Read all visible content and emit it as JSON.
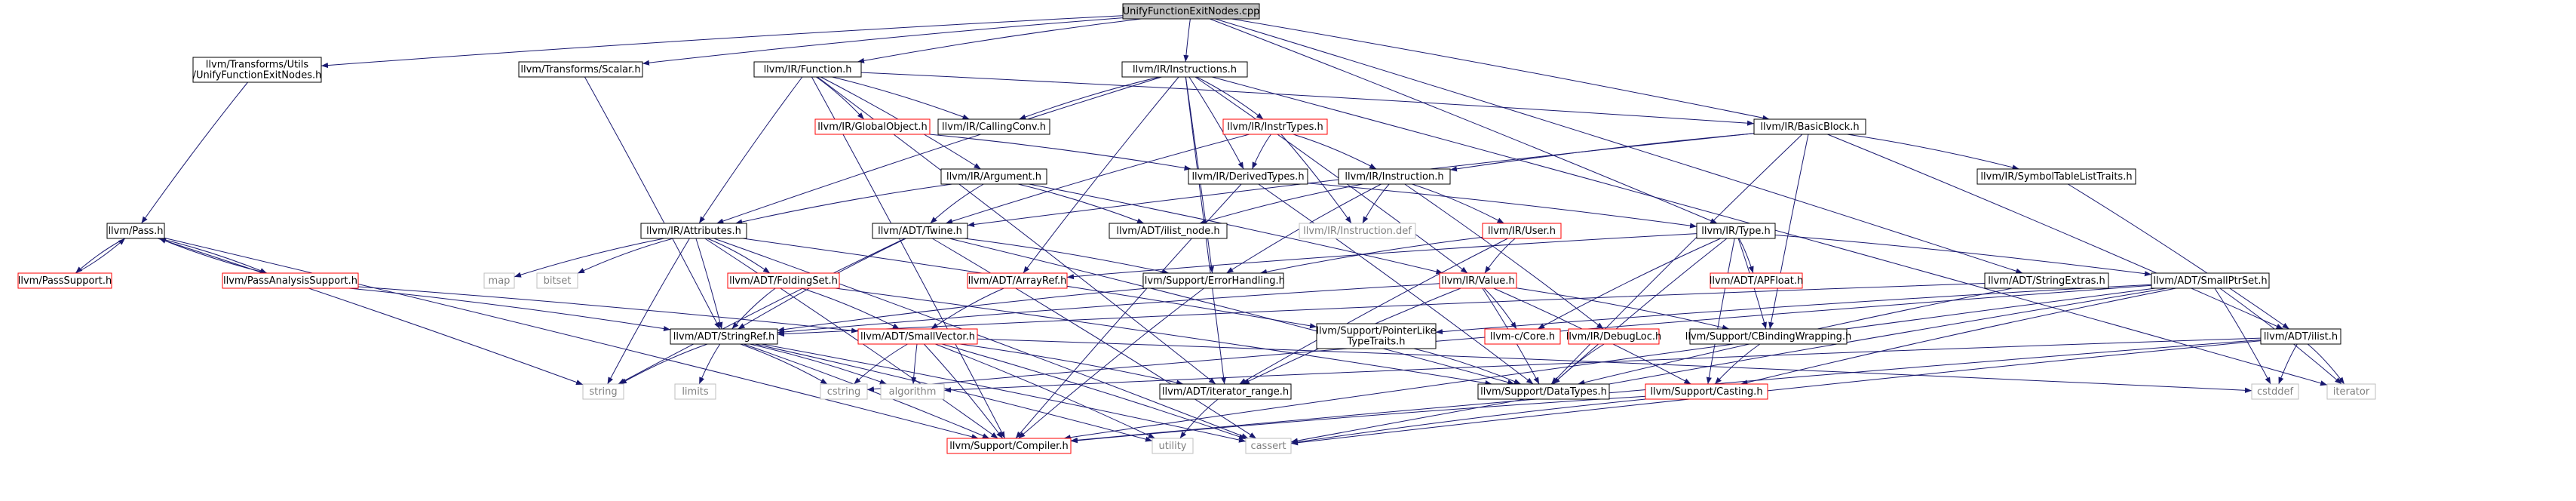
{
  "title": "UnifyFunctionExitNodes.cpp",
  "colors": {
    "edge": "#191970",
    "focus_fill": "#bfbfbf",
    "border_black": "#000000",
    "border_red": "#ff0000",
    "border_gray": "#bfbfbf",
    "text_gray": "#808080"
  },
  "nodes": [
    {
      "id": "root",
      "lines": [
        "UnifyFunctionExitNodes.cpp"
      ],
      "style": "focus"
    },
    {
      "id": "utils_ufen",
      "lines": [
        "llvm/Transforms/Utils",
        "/UnifyFunctionExitNodes.h"
      ],
      "style": "black"
    },
    {
      "id": "scalar",
      "lines": [
        "llvm/Transforms/Scalar.h"
      ],
      "style": "black"
    },
    {
      "id": "function",
      "lines": [
        "llvm/IR/Function.h"
      ],
      "style": "black"
    },
    {
      "id": "instructions",
      "lines": [
        "llvm/IR/Instructions.h"
      ],
      "style": "black"
    },
    {
      "id": "pass",
      "lines": [
        "llvm/Pass.h"
      ],
      "style": "black"
    },
    {
      "id": "passsupport",
      "lines": [
        "llvm/PassSupport.h"
      ],
      "style": "red"
    },
    {
      "id": "passanalysis",
      "lines": [
        "llvm/PassAnalysisSupport.h"
      ],
      "style": "red"
    },
    {
      "id": "globalobject",
      "lines": [
        "llvm/IR/GlobalObject.h"
      ],
      "style": "red"
    },
    {
      "id": "callingconv",
      "lines": [
        "llvm/IR/CallingConv.h"
      ],
      "style": "black"
    },
    {
      "id": "instrtypes",
      "lines": [
        "llvm/IR/InstrTypes.h"
      ],
      "style": "red"
    },
    {
      "id": "basicblock",
      "lines": [
        "llvm/IR/BasicBlock.h"
      ],
      "style": "black"
    },
    {
      "id": "argument",
      "lines": [
        "llvm/IR/Argument.h"
      ],
      "style": "black"
    },
    {
      "id": "derivedtypes",
      "lines": [
        "llvm/IR/DerivedTypes.h"
      ],
      "style": "black"
    },
    {
      "id": "instruction",
      "lines": [
        "llvm/IR/Instruction.h"
      ],
      "style": "black"
    },
    {
      "id": "symtabtraits",
      "lines": [
        "llvm/IR/SymbolTableListTraits.h"
      ],
      "style": "black"
    },
    {
      "id": "attributes",
      "lines": [
        "llvm/IR/Attributes.h"
      ],
      "style": "black"
    },
    {
      "id": "twine",
      "lines": [
        "llvm/ADT/Twine.h"
      ],
      "style": "black"
    },
    {
      "id": "ilistnode",
      "lines": [
        "llvm/ADT/ilist_node.h"
      ],
      "style": "black"
    },
    {
      "id": "instrdef",
      "lines": [
        "llvm/IR/Instruction.def"
      ],
      "style": "gray"
    },
    {
      "id": "user",
      "lines": [
        "llvm/IR/User.h"
      ],
      "style": "red"
    },
    {
      "id": "type",
      "lines": [
        "llvm/IR/Type.h"
      ],
      "style": "black"
    },
    {
      "id": "map",
      "lines": [
        "map"
      ],
      "style": "gray"
    },
    {
      "id": "bitset",
      "lines": [
        "bitset"
      ],
      "style": "gray"
    },
    {
      "id": "foldingset",
      "lines": [
        "llvm/ADT/FoldingSet.h"
      ],
      "style": "red"
    },
    {
      "id": "arrayref",
      "lines": [
        "llvm/ADT/ArrayRef.h"
      ],
      "style": "red"
    },
    {
      "id": "errorhandling",
      "lines": [
        "llvm/Support/ErrorHandling.h"
      ],
      "style": "black"
    },
    {
      "id": "value",
      "lines": [
        "llvm/IR/Value.h"
      ],
      "style": "red"
    },
    {
      "id": "apfloat",
      "lines": [
        "llvm/ADT/APFloat.h"
      ],
      "style": "red"
    },
    {
      "id": "stringextras",
      "lines": [
        "llvm/ADT/StringExtras.h"
      ],
      "style": "black"
    },
    {
      "id": "smallptrset",
      "lines": [
        "llvm/ADT/SmallPtrSet.h"
      ],
      "style": "black"
    },
    {
      "id": "ptrliketraits",
      "lines": [
        "llvm/Support/PointerLike",
        "TypeTraits.h"
      ],
      "style": "black"
    },
    {
      "id": "stringref",
      "lines": [
        "llvm/ADT/StringRef.h"
      ],
      "style": "black"
    },
    {
      "id": "smallvector",
      "lines": [
        "llvm/ADT/SmallVector.h"
      ],
      "style": "red"
    },
    {
      "id": "ccore",
      "lines": [
        "llvm-c/Core.h"
      ],
      "style": "red"
    },
    {
      "id": "debugloc",
      "lines": [
        "llvm/IR/DebugLoc.h"
      ],
      "style": "red"
    },
    {
      "id": "cbinding",
      "lines": [
        "llvm/Support/CBindingWrapping.h"
      ],
      "style": "black"
    },
    {
      "id": "ilist",
      "lines": [
        "llvm/ADT/ilist.h"
      ],
      "style": "black"
    },
    {
      "id": "string",
      "lines": [
        "string"
      ],
      "style": "gray"
    },
    {
      "id": "limits",
      "lines": [
        "limits"
      ],
      "style": "gray"
    },
    {
      "id": "cstring",
      "lines": [
        "cstring"
      ],
      "style": "gray"
    },
    {
      "id": "algorithm",
      "lines": [
        "algorithm"
      ],
      "style": "gray"
    },
    {
      "id": "iterrange",
      "lines": [
        "llvm/ADT/iterator_range.h"
      ],
      "style": "black"
    },
    {
      "id": "datatypes",
      "lines": [
        "llvm/Support/DataTypes.h"
      ],
      "style": "black"
    },
    {
      "id": "casting",
      "lines": [
        "llvm/Support/Casting.h"
      ],
      "style": "red"
    },
    {
      "id": "cstddef",
      "lines": [
        "cstddef"
      ],
      "style": "gray"
    },
    {
      "id": "iterator",
      "lines": [
        "iterator"
      ],
      "style": "gray"
    },
    {
      "id": "compiler",
      "lines": [
        "llvm/Support/Compiler.h"
      ],
      "style": "red"
    },
    {
      "id": "utility",
      "lines": [
        "utility"
      ],
      "style": "gray"
    },
    {
      "id": "cassert",
      "lines": [
        "cassert"
      ],
      "style": "gray"
    }
  ],
  "edges": [
    [
      "root",
      "utils_ufen"
    ],
    [
      "root",
      "scalar"
    ],
    [
      "root",
      "function"
    ],
    [
      "root",
      "instructions"
    ],
    [
      "root",
      "basicblock"
    ],
    [
      "root",
      "type"
    ],
    [
      "root",
      "stringextras"
    ],
    [
      "utils_ufen",
      "pass"
    ],
    [
      "scalar",
      "stringref"
    ],
    [
      "function",
      "globalobject"
    ],
    [
      "function",
      "callingconv"
    ],
    [
      "function",
      "argument"
    ],
    [
      "function",
      "attributes"
    ],
    [
      "function",
      "basicblock"
    ],
    [
      "function",
      "compiler"
    ],
    [
      "function",
      "iterrange"
    ],
    [
      "instructions",
      "callingconv"
    ],
    [
      "instructions",
      "instrtypes"
    ],
    [
      "instructions",
      "derivedtypes"
    ],
    [
      "instructions",
      "attributes"
    ],
    [
      "instructions",
      "arrayref"
    ],
    [
      "instructions",
      "errorhandling"
    ],
    [
      "instructions",
      "iterrange"
    ],
    [
      "instructions",
      "iterator"
    ],
    [
      "instructions",
      "value"
    ],
    [
      "pass",
      "passsupport"
    ],
    [
      "pass",
      "passanalysis"
    ],
    [
      "pass",
      "string"
    ],
    [
      "pass",
      "compiler"
    ],
    [
      "passsupport",
      "pass"
    ],
    [
      "passanalysis",
      "pass"
    ],
    [
      "passanalysis",
      "stringref"
    ],
    [
      "passanalysis",
      "smallvector"
    ],
    [
      "globalobject",
      "derivedtypes"
    ],
    [
      "instrtypes",
      "instruction"
    ],
    [
      "instrtypes",
      "derivedtypes"
    ],
    [
      "instrtypes",
      "instrdef"
    ],
    [
      "instrtypes",
      "twine"
    ],
    [
      "basicblock",
      "instruction"
    ],
    [
      "basicblock",
      "symtabtraits"
    ],
    [
      "basicblock",
      "twine"
    ],
    [
      "basicblock",
      "cbinding"
    ],
    [
      "basicblock",
      "datatypes"
    ],
    [
      "basicblock",
      "ilist"
    ],
    [
      "argument",
      "attributes"
    ],
    [
      "argument",
      "twine"
    ],
    [
      "argument",
      "ilistnode"
    ],
    [
      "argument",
      "value"
    ],
    [
      "derivedtypes",
      "type"
    ],
    [
      "derivedtypes",
      "compiler"
    ],
    [
      "derivedtypes",
      "datatypes"
    ],
    [
      "instruction",
      "ilistnode"
    ],
    [
      "instruction",
      "instrdef"
    ],
    [
      "instruction",
      "user"
    ],
    [
      "instruction",
      "debugloc"
    ],
    [
      "instruction",
      "errorhandling"
    ],
    [
      "symtabtraits",
      "ilist"
    ],
    [
      "attributes",
      "map"
    ],
    [
      "attributes",
      "bitset"
    ],
    [
      "attributes",
      "foldingset"
    ],
    [
      "attributes",
      "stringref"
    ],
    [
      "attributes",
      "string"
    ],
    [
      "attributes",
      "compiler"
    ],
    [
      "attributes",
      "ptrliketraits"
    ],
    [
      "attributes",
      "cassert"
    ],
    [
      "twine",
      "stringref"
    ],
    [
      "twine",
      "errorhandling"
    ],
    [
      "twine",
      "string"
    ],
    [
      "twine",
      "cassert"
    ],
    [
      "twine",
      "datatypes"
    ],
    [
      "user",
      "value"
    ],
    [
      "user",
      "errorhandling"
    ],
    [
      "user",
      "iterrange"
    ],
    [
      "type",
      "apfloat"
    ],
    [
      "type",
      "smallptrset"
    ],
    [
      "type",
      "ccore"
    ],
    [
      "type",
      "cbinding"
    ],
    [
      "type",
      "casting"
    ],
    [
      "type",
      "datatypes"
    ],
    [
      "type",
      "arrayref"
    ],
    [
      "foldingset",
      "smallvector"
    ],
    [
      "foldingset",
      "stringref"
    ],
    [
      "foldingset",
      "datatypes"
    ],
    [
      "arrayref",
      "smallvector"
    ],
    [
      "errorhandling",
      "compiler"
    ],
    [
      "errorhandling",
      "stringref"
    ],
    [
      "value",
      "ccore"
    ],
    [
      "value",
      "cbinding"
    ],
    [
      "value",
      "casting"
    ],
    [
      "value",
      "datatypes"
    ],
    [
      "value",
      "iterrange"
    ],
    [
      "value",
      "stringref"
    ],
    [
      "stringextras",
      "stringref"
    ],
    [
      "stringextras",
      "datatypes"
    ],
    [
      "smallptrset",
      "ptrliketraits"
    ],
    [
      "smallptrset",
      "casting"
    ],
    [
      "smallptrset",
      "compiler"
    ],
    [
      "smallptrset",
      "cstddef"
    ],
    [
      "smallptrset",
      "iterator"
    ],
    [
      "smallptrset",
      "cassert"
    ],
    [
      "smallptrset",
      "cstring"
    ],
    [
      "ptrliketraits",
      "datatypes"
    ],
    [
      "stringref",
      "string"
    ],
    [
      "stringref",
      "limits"
    ],
    [
      "stringref",
      "cstring"
    ],
    [
      "stringref",
      "algorithm"
    ],
    [
      "stringref",
      "utility"
    ],
    [
      "stringref",
      "cassert"
    ],
    [
      "stringref",
      "compiler"
    ],
    [
      "smallvector",
      "cstring"
    ],
    [
      "smallvector",
      "algorithm"
    ],
    [
      "smallvector",
      "iterrange"
    ],
    [
      "smallvector",
      "compiler"
    ],
    [
      "smallvector",
      "cassert"
    ],
    [
      "smallvector",
      "utility"
    ],
    [
      "smallvector",
      "cstddef"
    ],
    [
      "debugloc",
      "datatypes"
    ],
    [
      "cbinding",
      "casting"
    ],
    [
      "ilist",
      "iterator"
    ],
    [
      "ilist",
      "cstddef"
    ],
    [
      "ilist",
      "compiler"
    ],
    [
      "ilist",
      "cassert"
    ],
    [
      "ilist",
      "algorithm"
    ],
    [
      "iterrange",
      "utility"
    ],
    [
      "casting",
      "compiler"
    ],
    [
      "casting",
      "cassert"
    ]
  ]
}
